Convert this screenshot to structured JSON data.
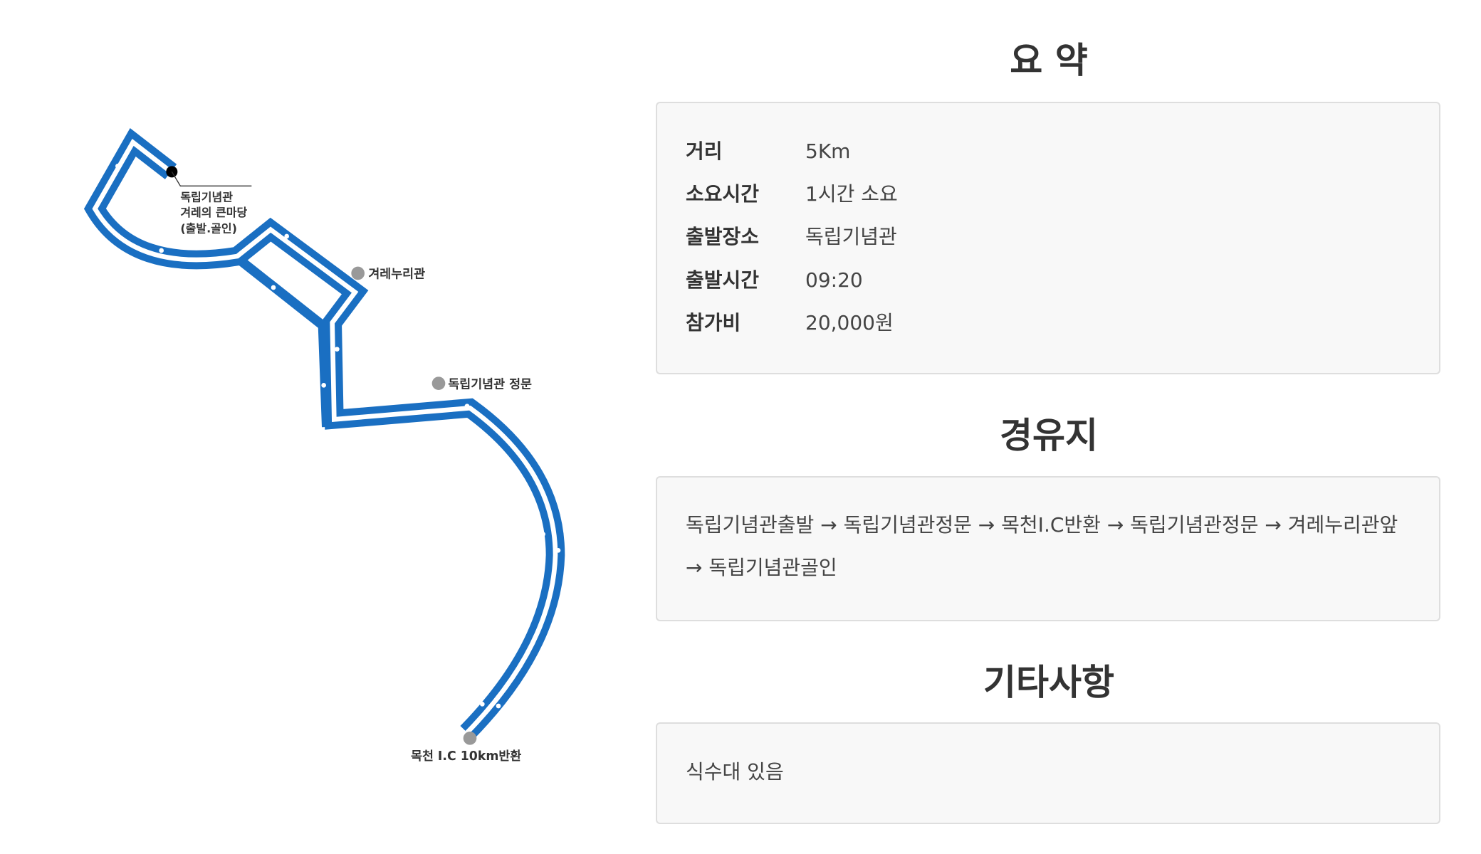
{
  "map": {
    "start_label": [
      "독립기념관",
      "겨레의 큰마당",
      "(출발.골인)"
    ],
    "waypoint_1": "겨레누리관",
    "waypoint_2": "독립기념관 정문",
    "turnaround": "목천 I.C 10km반환",
    "route_color": "#1a6fc2",
    "marker_color": "#999999"
  },
  "summary": {
    "title": "요 약",
    "rows": [
      {
        "label": "거리",
        "value": "5Km"
      },
      {
        "label": "소요시간",
        "value": "1시간 소요"
      },
      {
        "label": "출발장소",
        "value": "독립기념관"
      },
      {
        "label": "출발시간",
        "value": "09:20"
      },
      {
        "label": "참가비",
        "value": "20,000원"
      }
    ]
  },
  "waypoints": {
    "title": "경유지",
    "text": "독립기념관출발 → 독립기념관정문 → 목천I.C반환 → 독립기념관정문 → 겨레누리관앞 → 독립기념관골인"
  },
  "notes": {
    "title": "기타사항",
    "text": "식수대 있음"
  }
}
